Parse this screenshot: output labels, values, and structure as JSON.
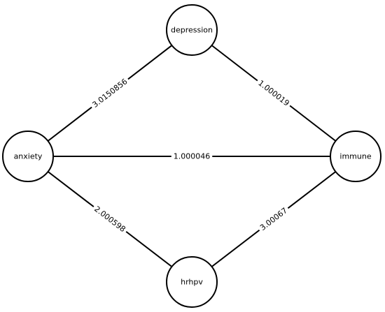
{
  "graph": {
    "nodes": [
      {
        "id": "depression",
        "label": "depression"
      },
      {
        "id": "anxiety",
        "label": "anxiety"
      },
      {
        "id": "immune",
        "label": "immune"
      },
      {
        "id": "hrhpv",
        "label": "hrhpv"
      }
    ],
    "edges": [
      {
        "source": "anxiety",
        "target": "depression",
        "label": "3.0150856"
      },
      {
        "source": "depression",
        "target": "immune",
        "label": "1.000019"
      },
      {
        "source": "anxiety",
        "target": "immune",
        "label": "1.000046"
      },
      {
        "source": "anxiety",
        "target": "hrhpv",
        "label": "2.000598"
      },
      {
        "source": "hrhpv",
        "target": "immune",
        "label": "3.00067"
      }
    ]
  }
}
